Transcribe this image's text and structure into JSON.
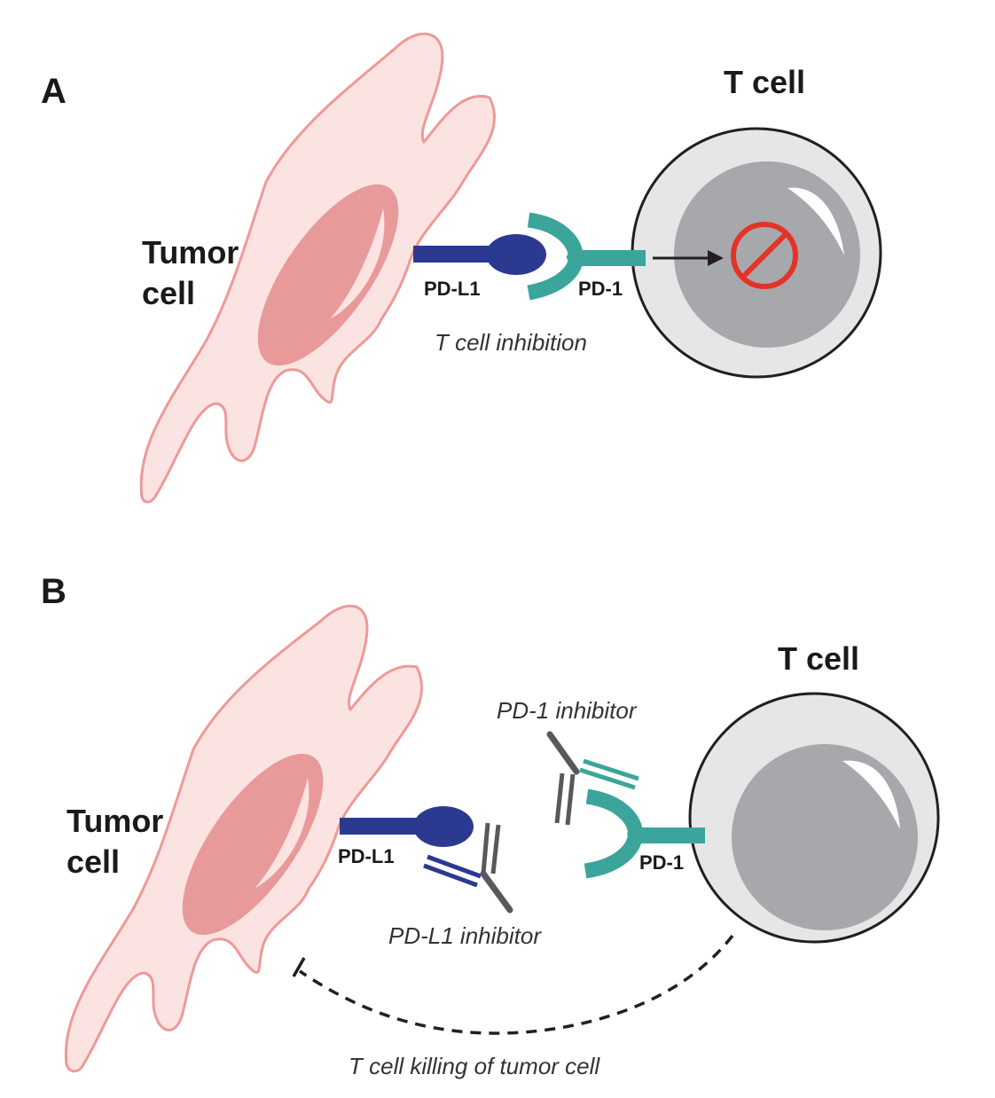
{
  "panels": {
    "a": {
      "label": "A",
      "tumor_cell": "Tumor\ncell",
      "t_cell": "T cell",
      "pdl1": "PD-L1",
      "pd1": "PD-1",
      "interaction": "T cell inhibition",
      "block_icon": "prohibited-icon"
    },
    "b": {
      "label": "B",
      "tumor_cell": "Tumor\ncell",
      "t_cell": "T cell",
      "pdl1": "PD-L1",
      "pd1": "PD-1",
      "pd1_inhibitor": "PD-1 inhibitor",
      "pdl1_inhibitor": "PD-L1 inhibitor",
      "killing": "T cell killing of tumor cell"
    }
  },
  "colors": {
    "tumor_fill": "#fbe3e1",
    "tumor_outline": "#ec9a98",
    "nucleus": "#e8999a",
    "pdl1": "#2b3990",
    "pd1": "#3ba59c",
    "tcell_outer": "#e6e6e7",
    "tcell_nucleus": "#a7a8ab",
    "antibody": "#58595b",
    "block": "#e53228"
  }
}
